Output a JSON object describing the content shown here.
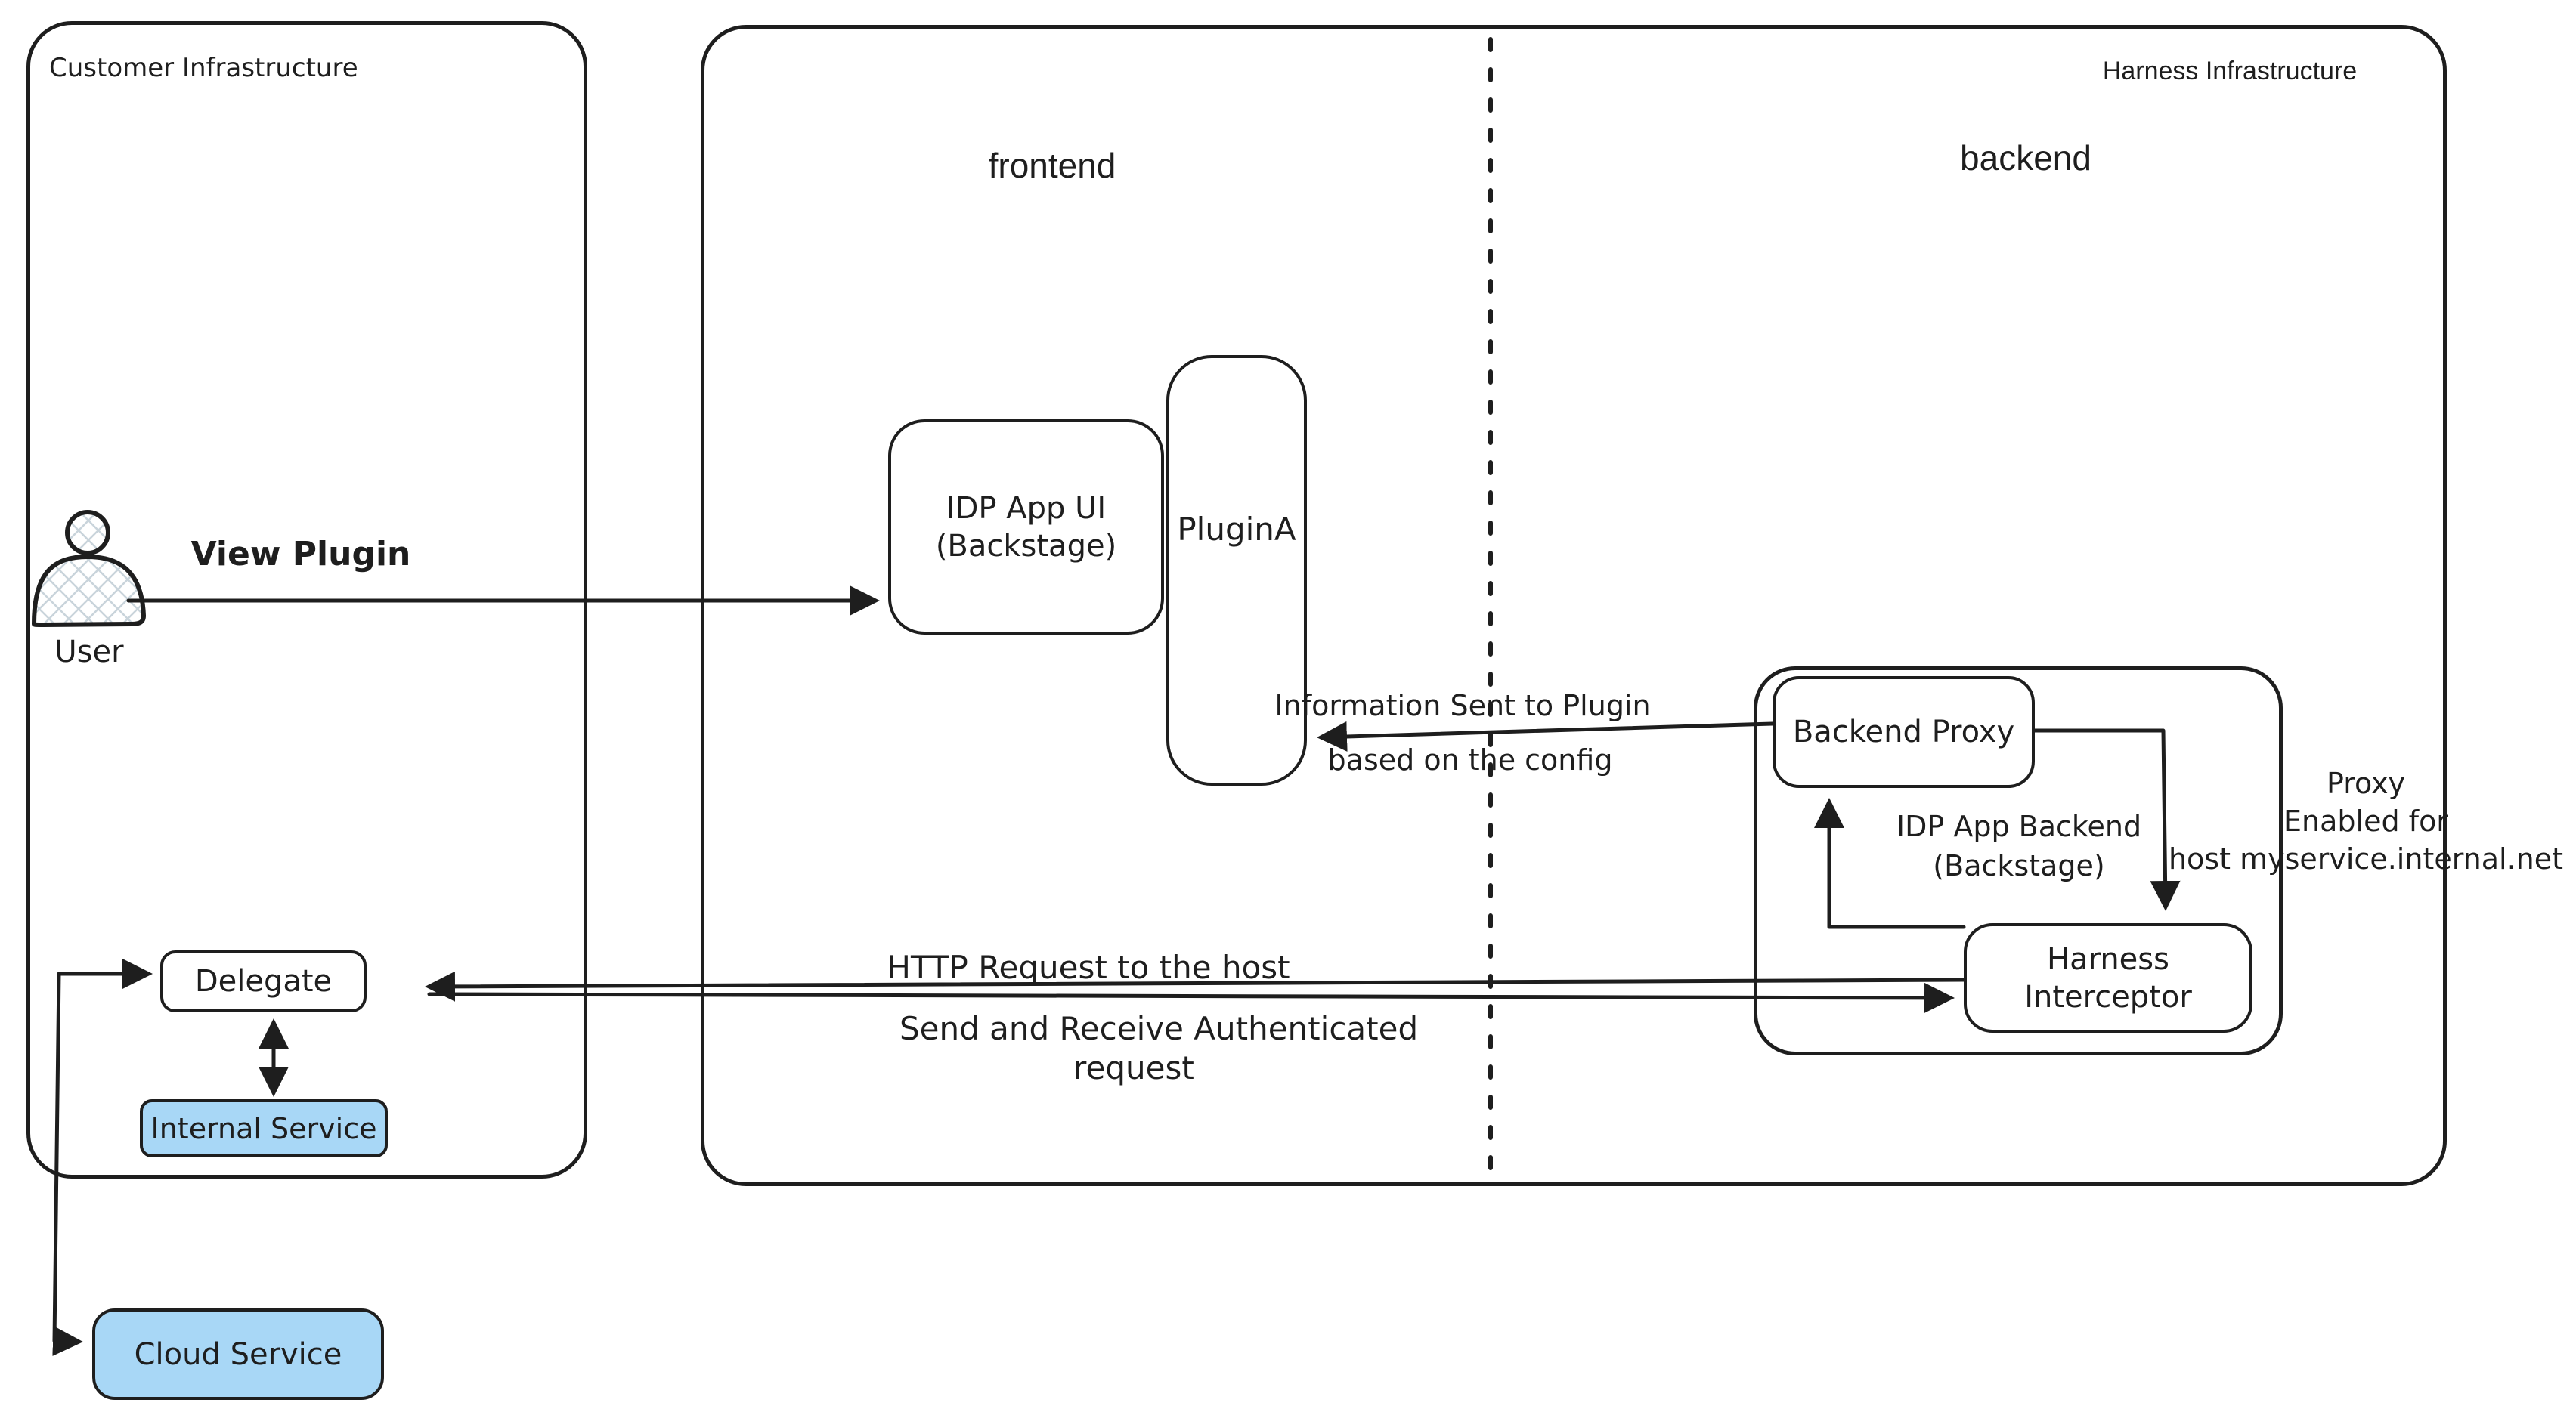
{
  "colors": {
    "ink": "#1e1e1e",
    "service_fill": "#a8d7f6",
    "hatch": "#c9d4db",
    "background": "#ffffff"
  },
  "icons": {
    "user": "person-silhouette-icon"
  },
  "regions": {
    "customer": {
      "title": "Customer Infrastructure"
    },
    "harness": {
      "title": "Harness Infrastructure",
      "frontend_label": "frontend",
      "backend_label": "backend"
    }
  },
  "nodes": {
    "user": {
      "label": "User"
    },
    "idp_app_ui": {
      "line1": "IDP App UI",
      "line2": "(Backstage)"
    },
    "plugin_a": {
      "label": "PluginA"
    },
    "idp_app_backend": {
      "line1": "IDP App Backend",
      "line2": "(Backstage)"
    },
    "backend_proxy": {
      "label": "Backend Proxy"
    },
    "harness_interceptor": {
      "line1": "Harness",
      "line2": "Interceptor"
    },
    "delegate": {
      "label": "Delegate"
    },
    "internal_service": {
      "label": "Internal Service"
    },
    "cloud_service": {
      "label": "Cloud Service"
    }
  },
  "edges": {
    "view_plugin": {
      "label": "View Plugin"
    },
    "info_to_plugin": {
      "line1": "Information Sent to Plugin",
      "line2": "based on the config"
    },
    "http_request": {
      "line1": "HTTP Request to the host",
      "line2": "Send and Receive Authenticated",
      "line3": "request"
    },
    "proxy_note": {
      "line1": "Proxy",
      "line2": "Enabled for",
      "line3": "host myservice.internal.net"
    }
  }
}
